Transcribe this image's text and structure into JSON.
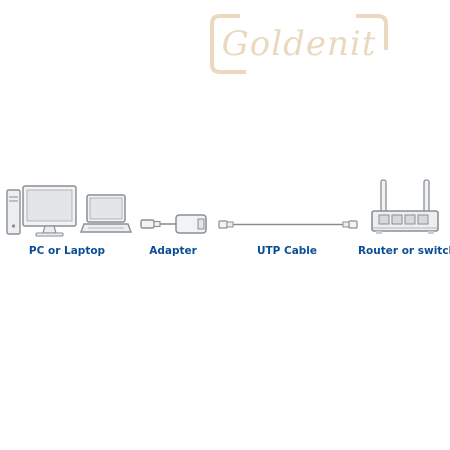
{
  "watermark": {
    "text": "Goldenit"
  },
  "labels": {
    "pc": "PC or Laptop",
    "adapter": "Adapter",
    "cable": "UTP Cable",
    "router": "Router or switch"
  },
  "colors": {
    "label": "#0b4e96",
    "device_outline": "#8a8f94",
    "device_fill": "#e6e8ea",
    "watermark": "#ead9c0"
  },
  "icons": [
    "pc-tower-icon",
    "monitor-icon",
    "laptop-icon",
    "usb-adapter-icon",
    "utp-cable-icon",
    "router-icon"
  ]
}
